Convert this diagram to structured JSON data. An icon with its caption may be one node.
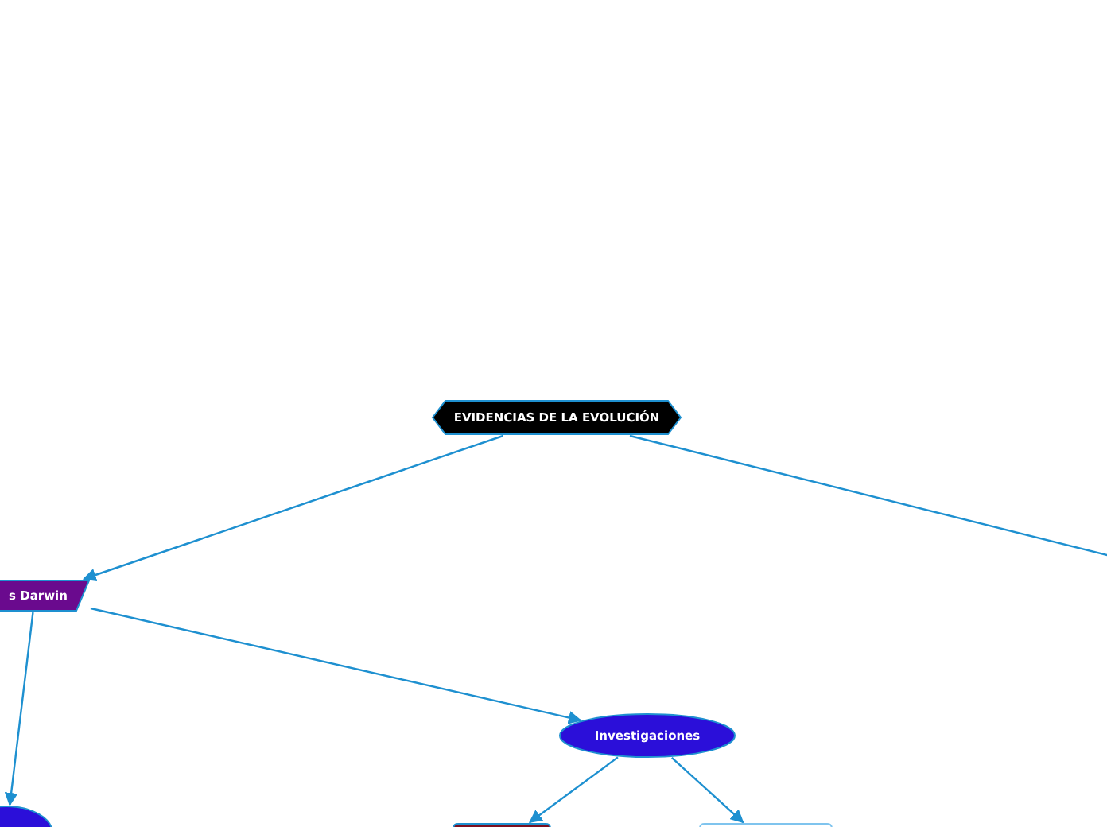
{
  "diagram": {
    "nodes": [
      {
        "text": [
          "EVIDENCIAS DE LA EVOLUCIÓN"
        ]
      },
      {
        "text": [
          "s Darwin"
        ]
      },
      {
        "text": [
          "Investigaciones"
        ]
      },
      {
        "text": [],
        "shape": "ellipse"
      },
      {
        "text": [],
        "shape": "box"
      },
      {
        "text": [],
        "shape": "box"
      }
    ],
    "edges": [
      {
        "from": 0,
        "to": 1,
        "arrow": "to"
      },
      {
        "from": 0,
        "to": null,
        "arrow": "none"
      },
      {
        "from": 1,
        "to": 2,
        "arrow": "to"
      },
      {
        "from": 1,
        "to": 3,
        "arrow": "to"
      },
      {
        "from": 2,
        "to": 4,
        "arrow": "to"
      },
      {
        "from": 2,
        "to": 5,
        "arrow": "to"
      }
    ]
  }
}
